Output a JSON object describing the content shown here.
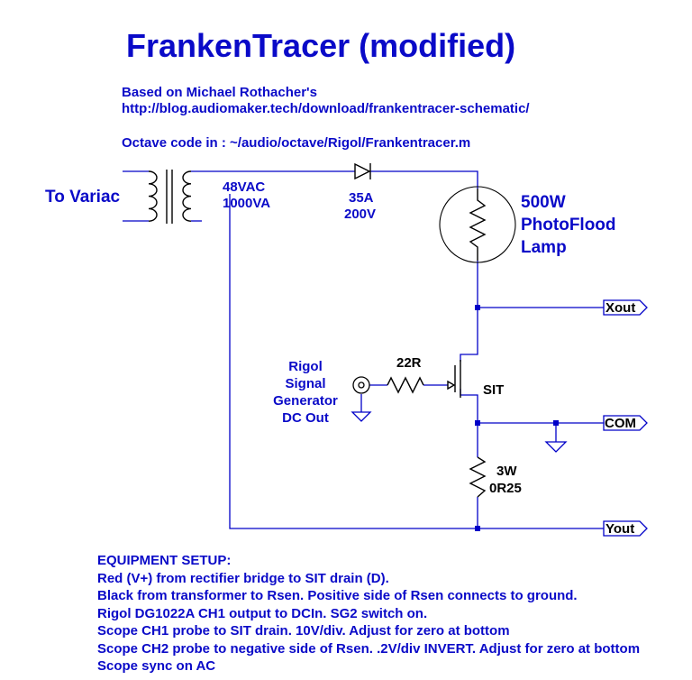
{
  "title": "FrankenTracer (modified)",
  "header": {
    "credit": "Based on Michael Rothacher's",
    "url": "http://blog.audiomaker.tech/download/frankentracer-schematic/",
    "octave": "Octave code in : ~/audio/octave/Rigol/Frankentracer.m"
  },
  "labels": {
    "variac": "To Variac",
    "transformer": [
      "48VAC",
      "1000VA"
    ],
    "diode": [
      "35A",
      "200V"
    ],
    "lamp": [
      "500W",
      "PhotoFlood",
      "Lamp"
    ],
    "resistor_gate": "22R",
    "sit": "SIT",
    "generator": [
      "Rigol",
      "Signal",
      "Generator",
      "DC Out"
    ],
    "rsen": [
      "3W",
      "0R25"
    ]
  },
  "ports": {
    "xout": "Xout",
    "com": "COM",
    "yout": "Yout"
  },
  "setup": {
    "heading": "EQUIPMENT SETUP:",
    "lines": [
      "Red (V+) from rectifier bridge to SIT drain (D).",
      "Black from transformer to Rsen.  Positive side of Rsen connects to ground.",
      "Rigol DG1022A CH1 output to DCIn.   SG2 switch on.",
      "Scope CH1 probe to SIT drain.  10V/div.  Adjust for zero at bottom",
      "Scope CH2 probe to negative side of Rsen.  .2V/div INVERT. Adjust for zero at bottom",
      "Scope sync on AC"
    ]
  },
  "colors": {
    "wire": "#0000c8",
    "text": "#0a0ac8",
    "component": "#000000"
  }
}
